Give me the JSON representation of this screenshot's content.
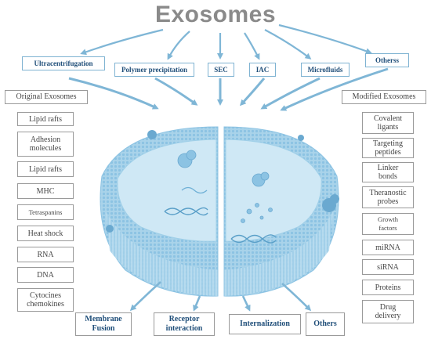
{
  "title": "Exosomes",
  "methods": [
    "Ultracentrifugation",
    "Polymer precipitation",
    "SEC",
    "IAC",
    "Microfluids",
    "Otherss"
  ],
  "original": {
    "heading": "Original Exosomes",
    "items": [
      "Lipid rafts",
      "Adhesion molecules",
      "Lipid rafts",
      "MHC",
      "Tetraspanins",
      "Heat shock",
      "RNA",
      "DNA",
      "Cytocines chemokines"
    ]
  },
  "modified": {
    "heading": "Modified Exosomes",
    "items": [
      "Covalent ligants",
      "Targeting peptides",
      "Linker bonds",
      "Theranostic probes",
      "Growth factors",
      "miRNA",
      "siRNA",
      "Proteins",
      "Drug delivery"
    ]
  },
  "uptake": [
    "Membrane Fusion",
    "Receptor interaction",
    "Internalization",
    "Others"
  ],
  "colors": {
    "arrow": "#7fb6d6",
    "vesicle": "#a9d3ea",
    "vesicle_dark": "#7cb8dc",
    "box_text": "#1f4e79"
  }
}
